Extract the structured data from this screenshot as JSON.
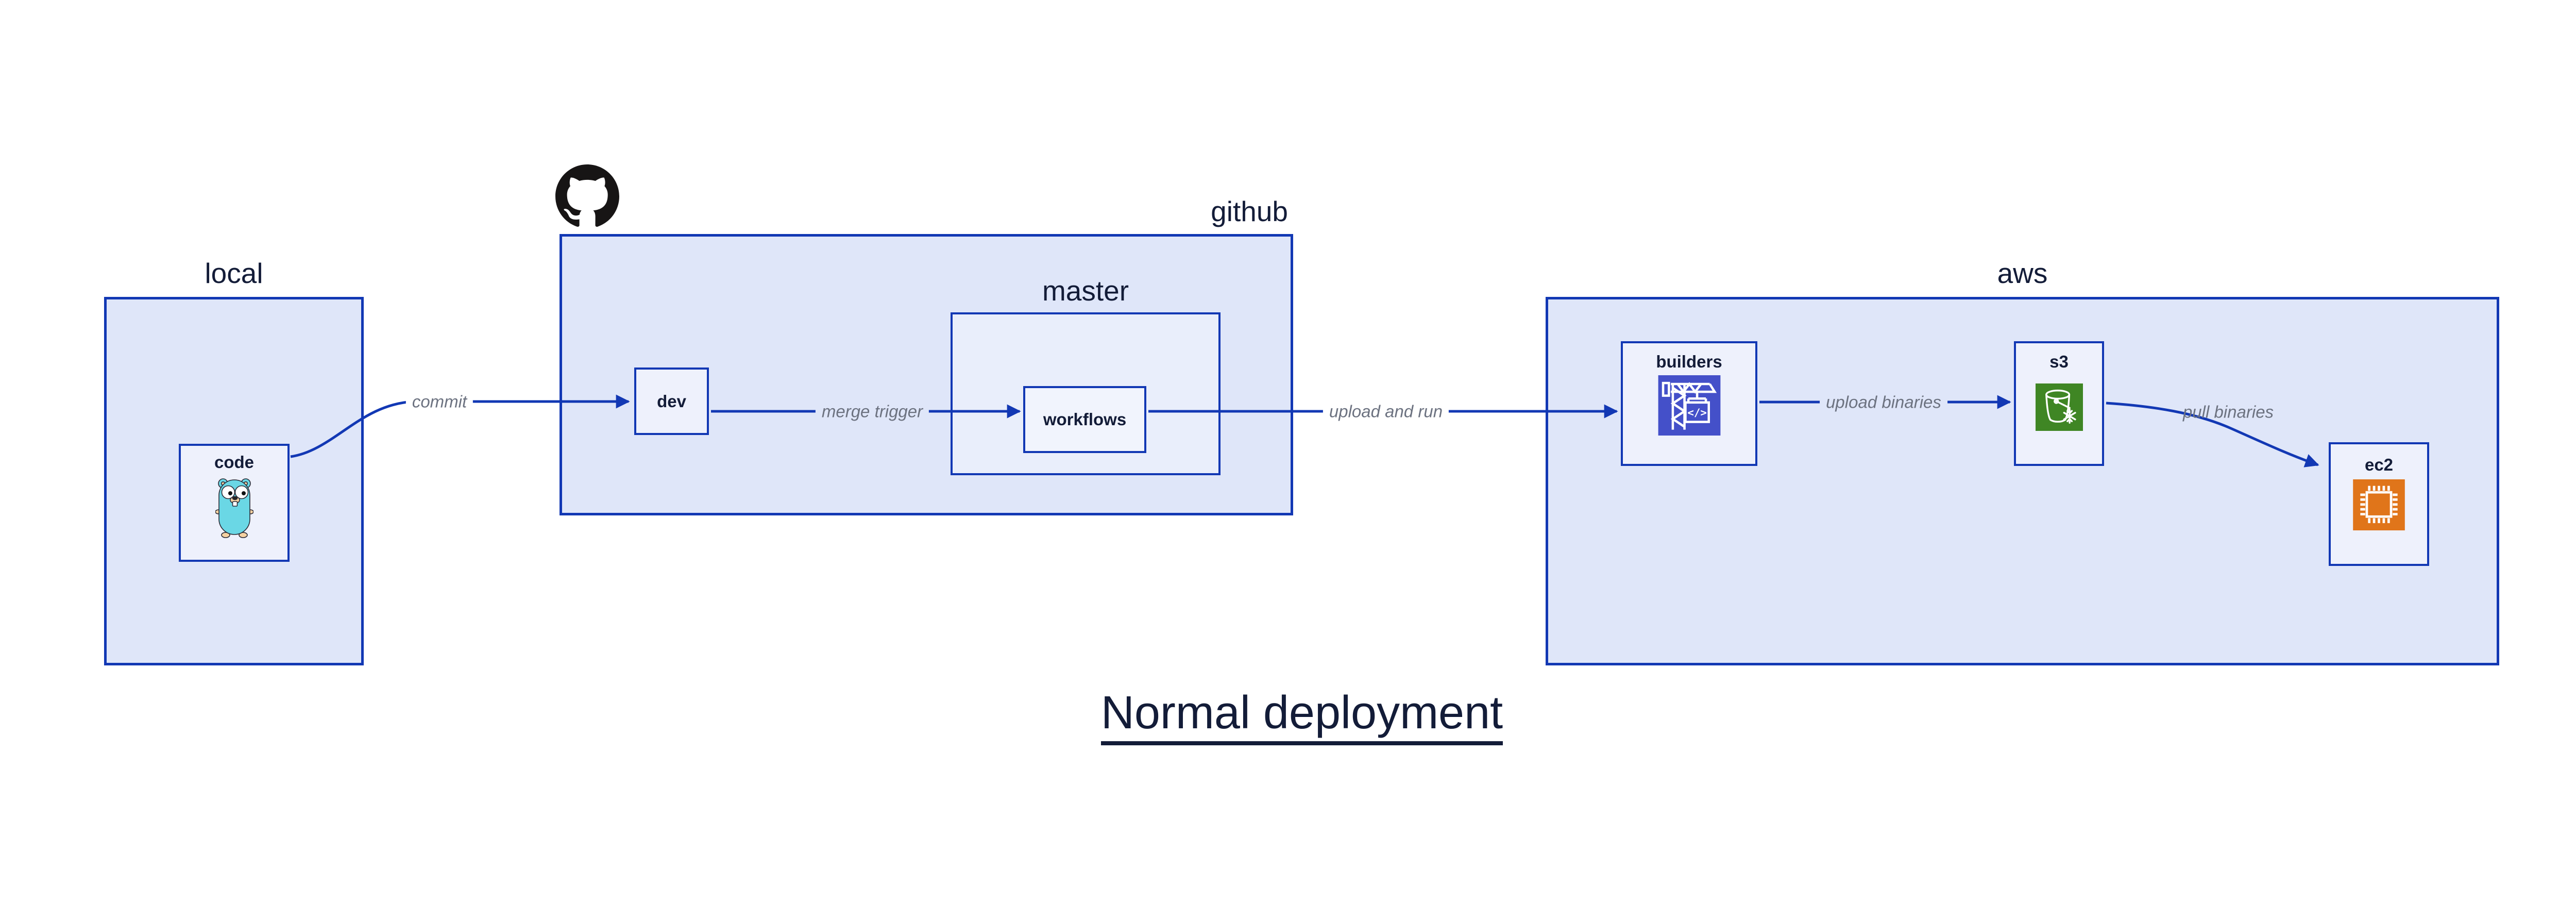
{
  "title": "Normal deployment",
  "groups": {
    "local": {
      "label": "local"
    },
    "github": {
      "label": "github"
    },
    "master": {
      "label": "master"
    },
    "aws": {
      "label": "aws"
    }
  },
  "nodes": {
    "code": {
      "label": "code",
      "icon": "go-gopher-icon"
    },
    "dev": {
      "label": "dev"
    },
    "workflows": {
      "label": "workflows"
    },
    "builders": {
      "label": "builders",
      "icon": "codebuild-crane-icon"
    },
    "s3": {
      "label": "s3",
      "icon": "s3-glacier-bucket-icon"
    },
    "ec2": {
      "label": "ec2",
      "icon": "ec2-chip-icon"
    }
  },
  "edges": {
    "commit": {
      "from": "code",
      "to": "dev",
      "label": "commit"
    },
    "merge_trigger": {
      "from": "dev",
      "to": "workflows",
      "label": "merge trigger"
    },
    "upload_and_run": {
      "from": "workflows",
      "to": "builders",
      "label": "upload and run"
    },
    "upload_binaries": {
      "from": "builders",
      "to": "s3",
      "label": "upload binaries"
    },
    "pull_binaries": {
      "from": "s3",
      "to": "ec2",
      "label": "pull binaries"
    }
  },
  "icons": {
    "brand": "github-octocat-icon",
    "code_crane_text": "</>"
  },
  "colors": {
    "canvas": "#ffffff",
    "line_blue": "#1238b4",
    "group_fill": "#dfe6f9",
    "master_fill": "#e9eefb",
    "node_fill": "#eef1fc",
    "dark_text": "#131c38",
    "edge_label_gray": "#6c7280",
    "builders_icon_bg": "#4450c9",
    "s3_icon_bg": "#3f8624",
    "ec2_icon_bg": "#e0751a",
    "octocat_black": "#171515",
    "gopher_teal": "#6ad7e5"
  }
}
